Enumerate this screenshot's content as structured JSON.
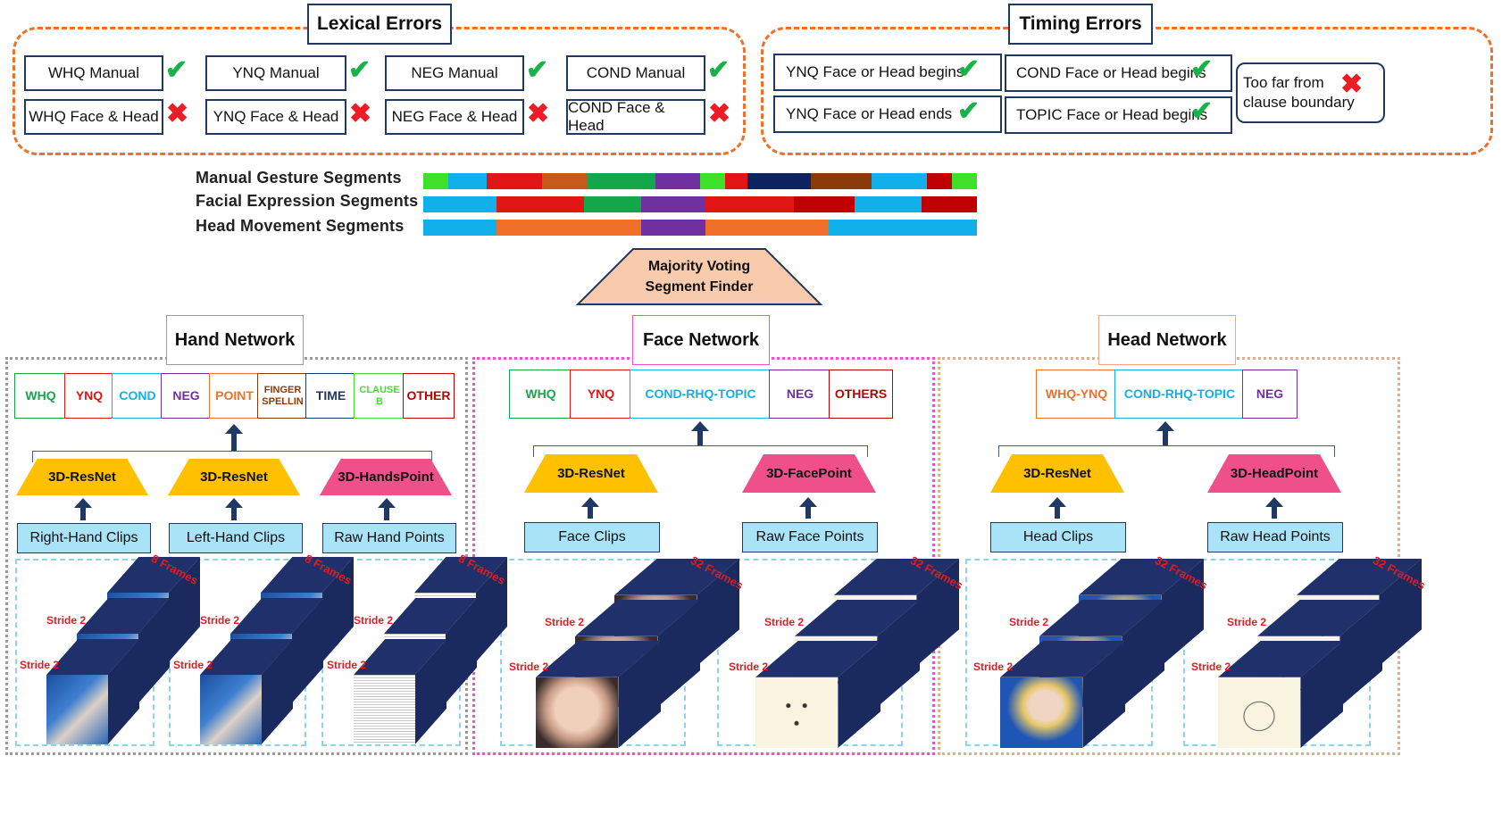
{
  "lexical": {
    "title": "Lexical Errors",
    "items": [
      {
        "label": "WHQ Manual",
        "status": "ok"
      },
      {
        "label": "YNQ Manual",
        "status": "ok"
      },
      {
        "label": "NEG Manual",
        "status": "ok"
      },
      {
        "label": "COND Manual",
        "status": "ok"
      },
      {
        "label": "WHQ Face & Head",
        "status": "bad"
      },
      {
        "label": "YNQ Face & Head",
        "status": "bad"
      },
      {
        "label": "NEG Face & Head",
        "status": "bad"
      },
      {
        "label": "COND Face & Head",
        "status": "bad"
      }
    ]
  },
  "timing": {
    "title": "Timing Errors",
    "items": [
      {
        "label": "YNQ Face or Head begins",
        "status": "ok"
      },
      {
        "label": "YNQ Face or Head ends",
        "status": "ok"
      },
      {
        "label": "COND Face or Head begins",
        "status": "ok"
      },
      {
        "label": "TOPIC Face or Head begins",
        "status": "ok"
      }
    ],
    "boundary": {
      "line1": "Too far from",
      "line2": "clause boundary",
      "status": "bad"
    }
  },
  "marks": {
    "ok": "✔",
    "bad": "✖"
  },
  "segments": {
    "manual_label": "Manual Gesture Segments",
    "facial_label": "Facial Expression Segments",
    "head_label": "Head Movement Segments",
    "manual": [
      {
        "w": 4.5,
        "c": "#3fe02a"
      },
      {
        "w": 7,
        "c": "#12b0ea"
      },
      {
        "w": 10,
        "c": "#e21515"
      },
      {
        "w": 8,
        "c": "#c4591a"
      },
      {
        "w": 12.5,
        "c": "#14a64a"
      },
      {
        "w": 8,
        "c": "#7030a0"
      },
      {
        "w": 4.5,
        "c": "#3fe02a"
      },
      {
        "w": 4,
        "c": "#e21515"
      },
      {
        "w": 11.5,
        "c": "#0d2260"
      },
      {
        "w": 11,
        "c": "#8b3a0c"
      },
      {
        "w": 10,
        "c": "#12b0ea"
      },
      {
        "w": 4.5,
        "c": "#c00000"
      },
      {
        "w": 4.5,
        "c": "#3fe02a"
      }
    ],
    "facial": [
      {
        "w": 13.3,
        "c": "#12b0ea"
      },
      {
        "w": 15.8,
        "c": "#e21515"
      },
      {
        "w": 10.3,
        "c": "#14a64a"
      },
      {
        "w": 11.6,
        "c": "#7030a0"
      },
      {
        "w": 16,
        "c": "#e21515"
      },
      {
        "w": 10.9,
        "c": "#c00000"
      },
      {
        "w": 12.1,
        "c": "#12b0ea"
      },
      {
        "w": 10,
        "c": "#c00000"
      }
    ],
    "head": [
      {
        "w": 13.3,
        "c": "#12b0ea"
      },
      {
        "w": 26.1,
        "c": "#f0702a"
      },
      {
        "w": 11.6,
        "c": "#7030a0"
      },
      {
        "w": 22.3,
        "c": "#f0702a"
      },
      {
        "w": 26.7,
        "c": "#12b0ea"
      }
    ]
  },
  "voting": {
    "line1": "Majority Voting",
    "line2": "Segment Finder"
  },
  "hand": {
    "title": "Hand Network",
    "classes": [
      {
        "label": "WHQ",
        "color": "#14a64a"
      },
      {
        "label": "YNQ",
        "color": "#e21515"
      },
      {
        "label": "COND",
        "color": "#12b0ea"
      },
      {
        "label": "NEG",
        "color": "#7030a0"
      },
      {
        "label": "POINT",
        "color": "#f0702a"
      },
      {
        "label": "FINGER SPELLIN",
        "color": "#8b3a0c"
      },
      {
        "label": "TIME",
        "color": "#1f3864"
      },
      {
        "label": "CLAUSE B",
        "color": "#3fe02a"
      },
      {
        "label": "OTHER",
        "color": "#c00000"
      }
    ],
    "models": [
      "3D-ResNet",
      "3D-ResNet",
      "3D-HandsPoint"
    ],
    "inputs": [
      "Right-Hand Clips",
      "Left-Hand Clips",
      "Raw Hand Points"
    ],
    "frames": "8 Frames"
  },
  "face": {
    "title": "Face Network",
    "classes": [
      {
        "label": "WHQ",
        "color": "#14a64a"
      },
      {
        "label": "YNQ",
        "color": "#e21515"
      },
      {
        "label": "COND-RHQ-TOPIC",
        "color": "#12b0ea"
      },
      {
        "label": "NEG",
        "color": "#7030a0"
      },
      {
        "label": "OTHERS",
        "color": "#c00000"
      }
    ],
    "models": [
      "3D-ResNet",
      "3D-FacePoint"
    ],
    "inputs": [
      "Face Clips",
      "Raw Face Points"
    ],
    "frames": "32 Frames"
  },
  "head": {
    "title": "Head Network",
    "classes": [
      {
        "label": "WHQ-YNQ",
        "color": "#f0702a"
      },
      {
        "label": "COND-RHQ-TOPIC",
        "color": "#12b0ea"
      },
      {
        "label": "NEG",
        "color": "#7030a0"
      }
    ],
    "models": [
      "3D-ResNet",
      "3D-HeadPoint"
    ],
    "inputs": [
      "Head Clips",
      "Raw Head Points"
    ],
    "frames": "32 Frames"
  },
  "stride": "Stride 2",
  "colors": {
    "navy": "#1f3864",
    "orange": "#f0702a",
    "yellow": "#ffc000",
    "pink": "#f0508a",
    "lightblue": "#a9e3f7",
    "peach": "#f8cbad"
  }
}
